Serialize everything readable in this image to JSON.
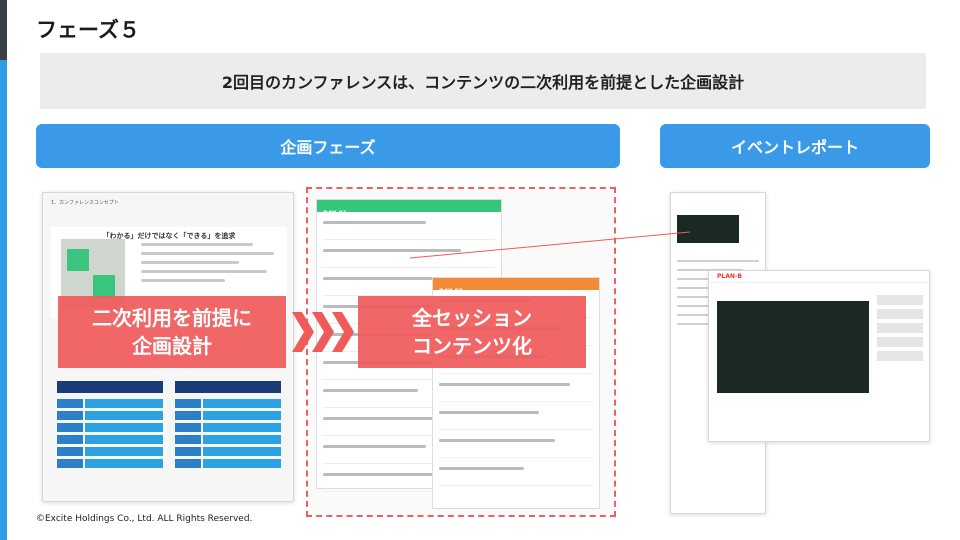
{
  "phase_title": "フェーズ５",
  "banner_text": "2回目のカンファレンスは、コンテンツの二次利用を前提とした企画設計",
  "tabs": {
    "planning": "企画フェーズ",
    "event_report": "イベントレポート"
  },
  "overlays": {
    "reuse_line1": "二次利用を前提に",
    "reuse_line2": "企画設計",
    "sessions_line1": "全セッション",
    "sessions_line2": "コンテンツ化"
  },
  "concept_slide": {
    "header": "1．カンファレンスコンセプト",
    "title": "「わかる」だけではなく「できる」を追求"
  },
  "schedule": {
    "day1": "DAY 01",
    "day2": "DAY 02"
  },
  "report": {
    "brand": "PLAN-B"
  },
  "copyright": "©Excite Holdings Co., Ltd. ALL Rights Reserved.",
  "colors": {
    "accent_blue": "#3a9ae8",
    "overlay_red": "#f05a5a",
    "banner_gray": "#ececec"
  }
}
